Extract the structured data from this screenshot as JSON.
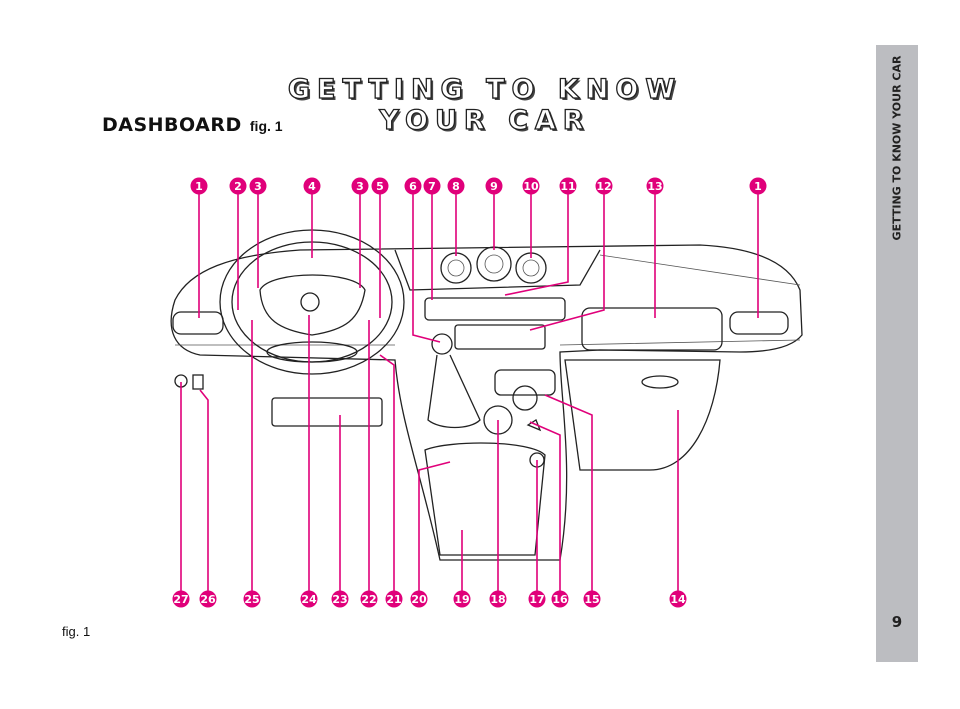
{
  "header": {
    "title": "GETTING TO KNOW YOUR CAR"
  },
  "section": {
    "heading": "DASHBOARD",
    "fig_ref": "fig. 1"
  },
  "caption": "fig. 1",
  "sidebar": {
    "title": "GETTING TO KNOW YOUR CAR",
    "page_number": "9"
  },
  "colors": {
    "callout": "#e0007a",
    "sidebar": "#bcbdc1"
  },
  "callouts_top": [
    "1",
    "2",
    "3",
    "4",
    "3",
    "5",
    "6",
    "7",
    "8",
    "9",
    "10",
    "11",
    "12",
    "13",
    "1"
  ],
  "callouts_bottom": [
    "27",
    "26",
    "25",
    "24",
    "23",
    "22",
    "21",
    "20",
    "19",
    "18",
    "17",
    "16",
    "15",
    "14"
  ]
}
